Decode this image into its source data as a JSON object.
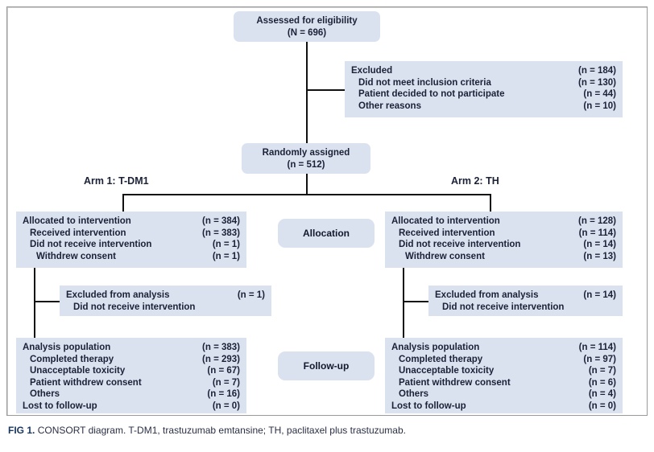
{
  "figure": {
    "caption_number": "FIG 1.",
    "caption_text": "CONSORT diagram. T-DM1, trastuzumab emtansine; TH, paclitaxel plus trastuzumab."
  },
  "colors": {
    "box_fill": "#dbe2ef",
    "text": "#1b2238",
    "line": "#111111",
    "frame": "#9a9a9a"
  },
  "diagram": {
    "type": "consort-flow",
    "enrollment": {
      "title": "Assessed for eligibility",
      "count": "(N = 696)"
    },
    "excluded": {
      "rows": [
        {
          "label": "Excluded",
          "count": "(n = 184)",
          "indent": 0
        },
        {
          "label": "Did not meet inclusion criteria",
          "count": "(n = 130)",
          "indent": 1
        },
        {
          "label": "Patient decided to not participate",
          "count": "(n = 44)",
          "indent": 1
        },
        {
          "label": "Other reasons",
          "count": "(n = 10)",
          "indent": 1
        }
      ]
    },
    "randomized": {
      "title": "Randomly assigned",
      "count": "(n = 512)"
    },
    "stage_labels": {
      "allocation": "Allocation",
      "followup": "Follow-up"
    },
    "arms": [
      {
        "name": "Arm 1: T-DM1",
        "allocation": {
          "rows": [
            {
              "label": "Allocated to intervention",
              "count": "(n = 384)",
              "indent": 0
            },
            {
              "label": "Received intervention",
              "count": "(n = 383)",
              "indent": 1
            },
            {
              "label": "Did not receive intervention",
              "count": "(n = 1)",
              "indent": 1
            },
            {
              "label": "Withdrew consent",
              "count": "(n = 1)",
              "indent": 2
            }
          ]
        },
        "excluded_from_analysis": {
          "rows": [
            {
              "label": "Excluded from analysis",
              "count": "(n = 1)",
              "indent": 0
            },
            {
              "label": "Did not receive intervention",
              "count": "",
              "indent": 1
            }
          ]
        },
        "followup": {
          "rows": [
            {
              "label": "Analysis population",
              "count": "(n = 383)",
              "indent": 0
            },
            {
              "label": "Completed therapy",
              "count": "(n = 293)",
              "indent": 1
            },
            {
              "label": "Unacceptable toxicity",
              "count": "(n = 67)",
              "indent": 1
            },
            {
              "label": "Patient withdrew consent",
              "count": "(n = 7)",
              "indent": 1
            },
            {
              "label": "Others",
              "count": "(n = 16)",
              "indent": 1
            },
            {
              "label": "Lost to follow-up",
              "count": "(n = 0)",
              "indent": 0
            }
          ]
        }
      },
      {
        "name": "Arm 2: TH",
        "allocation": {
          "rows": [
            {
              "label": "Allocated to intervention",
              "count": "(n = 128)",
              "indent": 0
            },
            {
              "label": "Received intervention",
              "count": "(n = 114)",
              "indent": 1
            },
            {
              "label": "Did not receive intervention",
              "count": "(n = 14)",
              "indent": 1
            },
            {
              "label": "Withdrew consent",
              "count": "(n = 13)",
              "indent": 2
            }
          ]
        },
        "excluded_from_analysis": {
          "rows": [
            {
              "label": "Excluded from analysis",
              "count": "(n = 14)",
              "indent": 0
            },
            {
              "label": "Did not receive intervention",
              "count": "",
              "indent": 1
            }
          ]
        },
        "followup": {
          "rows": [
            {
              "label": "Analysis population",
              "count": "(n = 114)",
              "indent": 0
            },
            {
              "label": "Completed therapy",
              "count": "(n = 97)",
              "indent": 1
            },
            {
              "label": "Unacceptable toxicity",
              "count": "(n = 7)",
              "indent": 1
            },
            {
              "label": "Patient withdrew consent",
              "count": "(n = 6)",
              "indent": 1
            },
            {
              "label": "Others",
              "count": "(n = 4)",
              "indent": 1
            },
            {
              "label": "Lost to follow-up",
              "count": "(n = 0)",
              "indent": 0
            }
          ]
        }
      }
    ]
  }
}
